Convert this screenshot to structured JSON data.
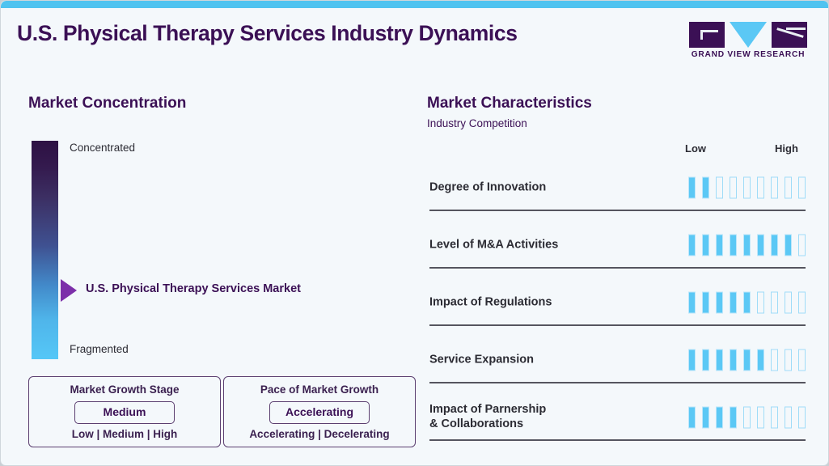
{
  "header": {
    "title": "U.S. Physical Therapy Services Industry Dynamics",
    "logo_text": "GRAND VIEW RESEARCH",
    "accent_color": "#4fc3f0",
    "brand_color": "#3b1055"
  },
  "concentration": {
    "title": "Market Concentration",
    "top_label": "Concentrated",
    "bottom_label": "Fragmented",
    "marker_label": "U.S. Physical Therapy Services Market",
    "marker_position_pct": 67,
    "gradient_top_color": "#2d1143",
    "gradient_bottom_color": "#55c7f7",
    "marker_color": "#7c2fa9"
  },
  "growth_stage_box": {
    "title": "Market Growth Stage",
    "value": "Medium",
    "scale": "Low | Medium | High"
  },
  "growth_pace_box": {
    "title": "Pace of Market Growth",
    "value": "Accelerating",
    "scale": "Accelerating | Decelerating"
  },
  "characteristics": {
    "title": "Market Characteristics",
    "subtitle": "Industry Competition",
    "axis_low": "Low",
    "axis_high": "High",
    "bar_total": 9,
    "bar_fill_color": "#5bc8f5",
    "bar_empty_color": "#9fdcf8",
    "rows": [
      {
        "label": "Degree of Innovation",
        "filled": 2
      },
      {
        "label": "Level of M&A Activities",
        "filled": 8
      },
      {
        "label": "Impact of Regulations",
        "filled": 5
      },
      {
        "label": "Service Expansion",
        "filled": 6
      },
      {
        "label": "Impact of Parnership\n& Collaborations",
        "filled": 4
      }
    ]
  },
  "chart_data": {
    "type": "bar",
    "title": "Market Characteristics — Industry Competition",
    "subtitle": "Industry Competition",
    "xlabel": "",
    "ylabel": "",
    "xlim": [
      0,
      9
    ],
    "grid": false,
    "legend": "none",
    "tick_labels": [
      "Low",
      "High"
    ],
    "categories": [
      "Degree of Innovation",
      "Level of M&A Activities",
      "Impact of Regulations",
      "Service Expansion",
      "Impact of Parnership & Collaborations"
    ],
    "values": [
      2,
      8,
      5,
      6,
      4
    ],
    "scale_max": 9,
    "annotations": [
      "Market Concentration: U.S. Physical Therapy Services Market positioned toward Fragmented end",
      "Market Growth Stage: Medium",
      "Pace of Market Growth: Accelerating"
    ]
  }
}
